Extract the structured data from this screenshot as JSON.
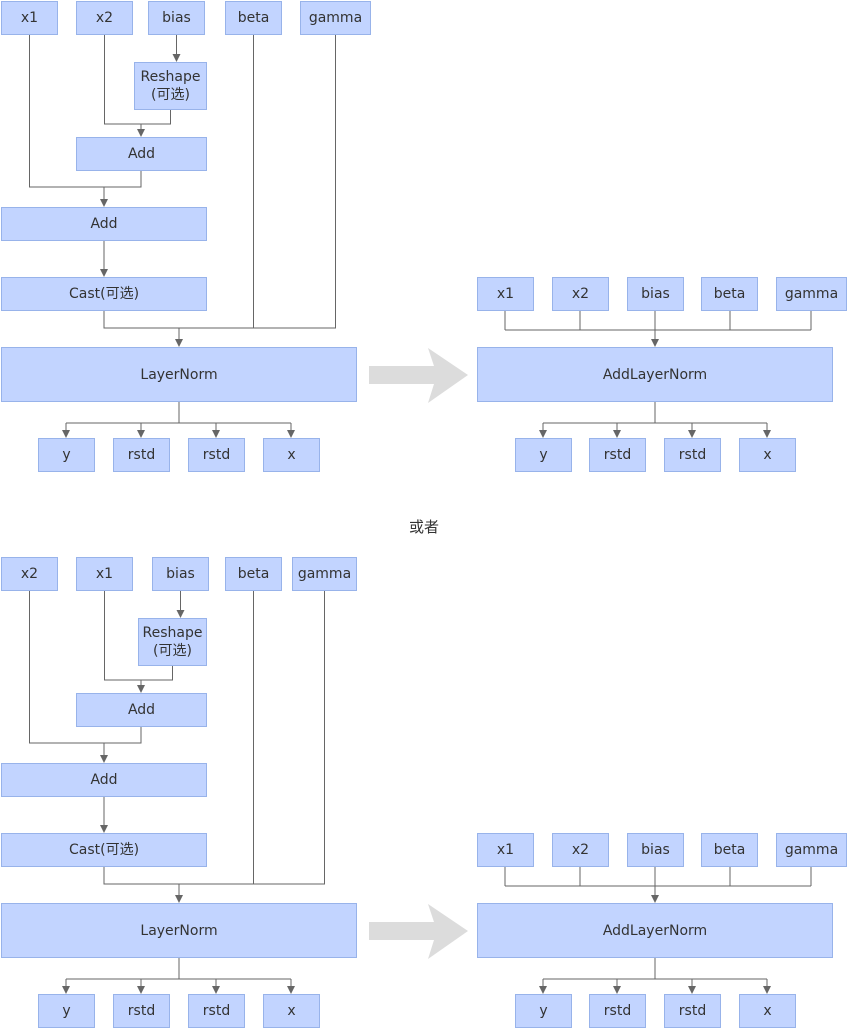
{
  "separator": "或者",
  "colors": {
    "node_fill": "#c2d4ff",
    "node_border": "#98b3ea",
    "edge": "#666666",
    "big_arrow": "#dcdcdc"
  },
  "diagrams": [
    {
      "inputs": [
        "x1",
        "x2",
        "bias",
        "beta",
        "gamma"
      ],
      "reshape": "Reshape\n(可选)",
      "add_inner": "Add",
      "add_outer": "Add",
      "cast": "Cast(可选)",
      "layernorm": "LayerNorm",
      "outputs": [
        "y",
        "rstd",
        "rstd",
        "x"
      ],
      "fused_inputs": [
        "x1",
        "x2",
        "bias",
        "beta",
        "gamma"
      ],
      "fused": "AddLayerNorm",
      "fused_outputs": [
        "y",
        "rstd",
        "rstd",
        "x"
      ]
    },
    {
      "inputs": [
        "x2",
        "x1",
        "bias",
        "beta",
        "gamma"
      ],
      "reshape": "Reshape\n(可选)",
      "add_inner": "Add",
      "add_outer": "Add",
      "cast": "Cast(可选)",
      "layernorm": "LayerNorm",
      "outputs": [
        "y",
        "rstd",
        "rstd",
        "x"
      ],
      "fused_inputs": [
        "x1",
        "x2",
        "bias",
        "beta",
        "gamma"
      ],
      "fused": "AddLayerNorm",
      "fused_outputs": [
        "y",
        "rstd",
        "rstd",
        "x"
      ]
    }
  ]
}
